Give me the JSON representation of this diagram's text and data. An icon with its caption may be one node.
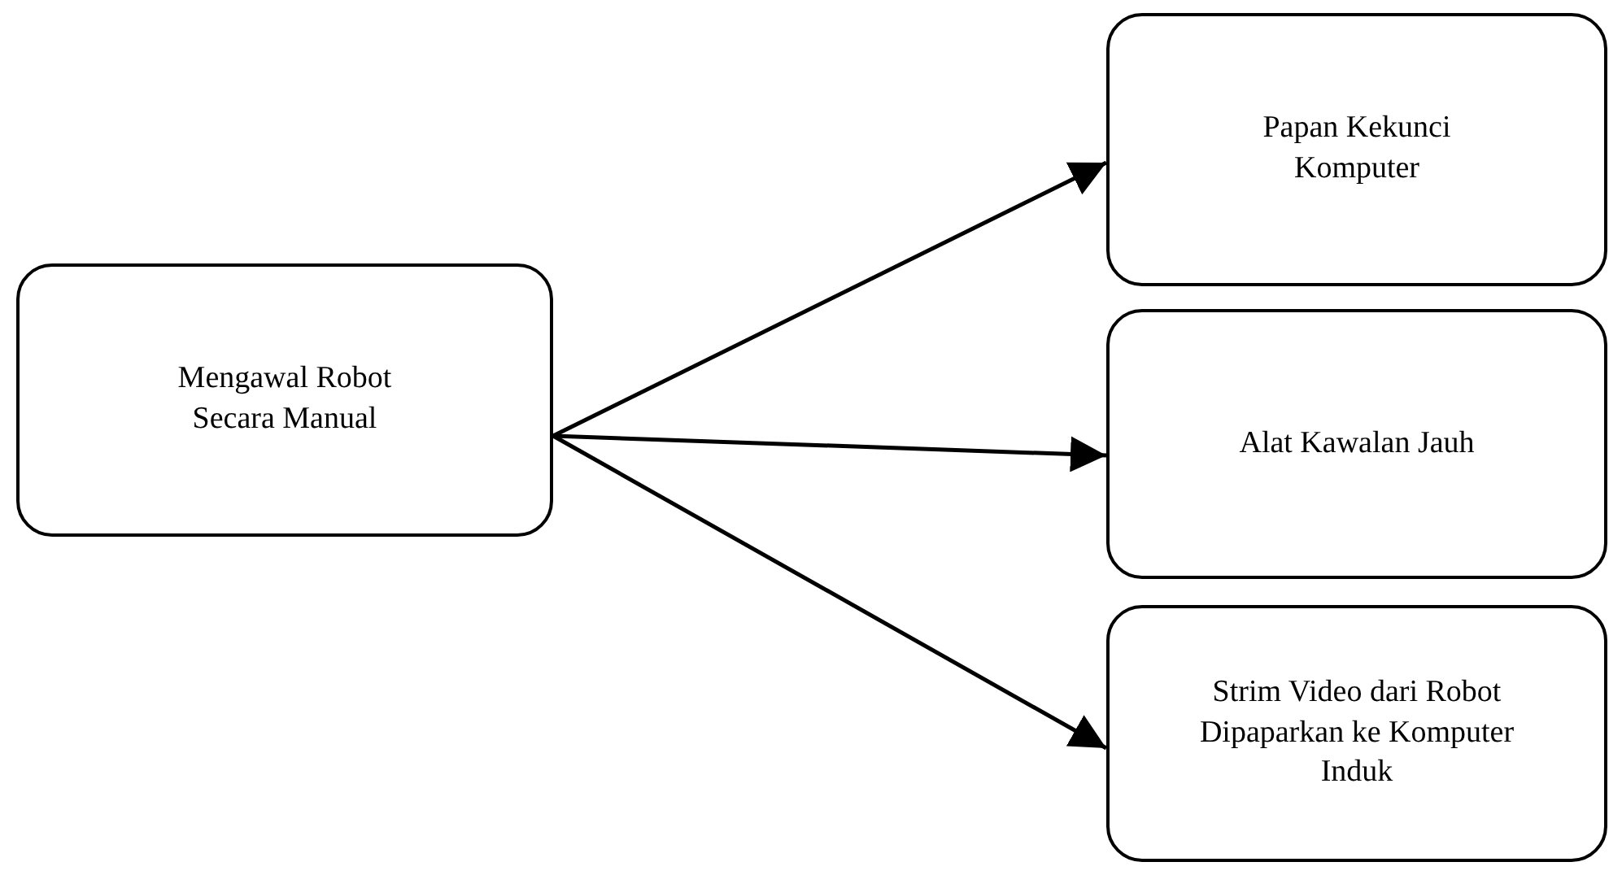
{
  "diagram": {
    "nodes": [
      {
        "text": [
          "Mengawal Robot Secara Manual"
        ]
      },
      {
        "text": [
          "Papan Kekunci Komputer"
        ]
      },
      {
        "text": [
          "Alat Kawalan Jauh"
        ]
      },
      {
        "text": [
          "Strim Video dari Robot Dipaparkan ke Komputer Induk"
        ]
      }
    ],
    "edges": [
      {
        "from": 0,
        "to": 1,
        "arrow": "to"
      },
      {
        "from": 0,
        "to": 2,
        "arrow": "to"
      },
      {
        "from": 0,
        "to": 3,
        "arrow": "to"
      }
    ]
  }
}
